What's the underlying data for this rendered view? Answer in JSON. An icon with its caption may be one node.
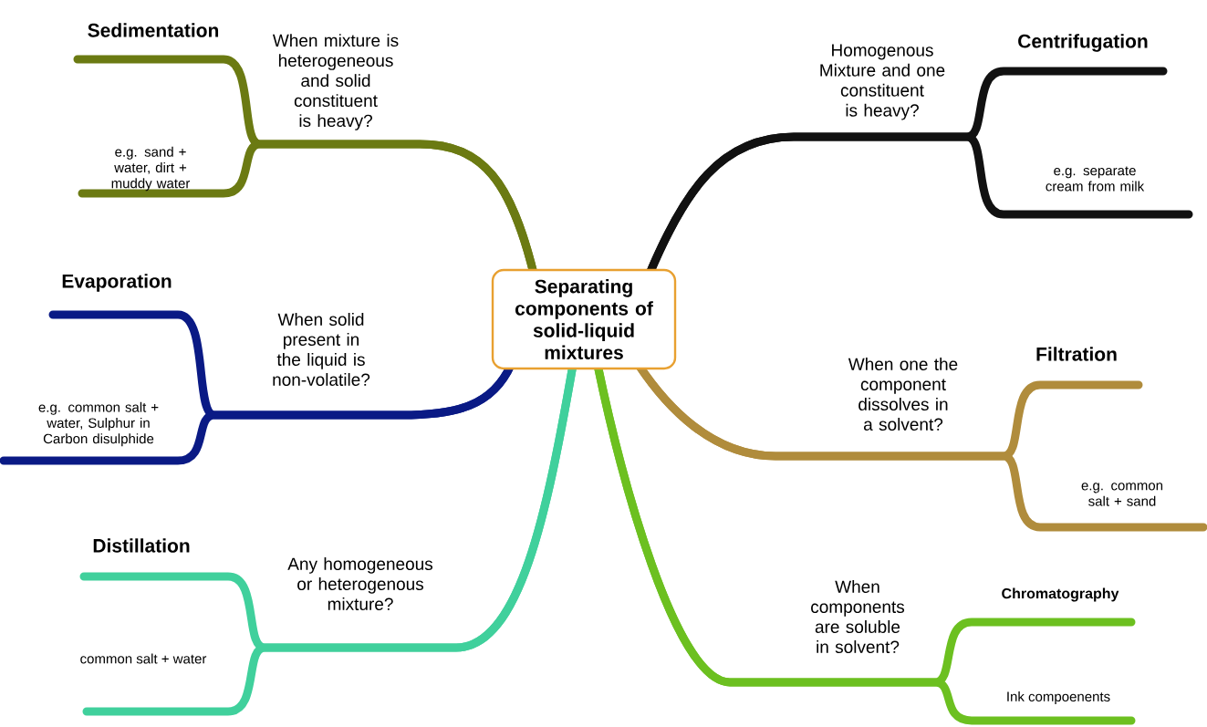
{
  "diagram": {
    "nodes": [
      {
        "text": [
          "Separating components of solid-liquid mixtures"
        ]
      },
      {
        "text": [
          "Sedimentation"
        ]
      },
      {
        "text": [
          "e.g. sand + water, dirt + muddy water"
        ]
      },
      {
        "text": [
          "Centrifugation"
        ]
      },
      {
        "text": [
          "e.g. separate cream from milk"
        ]
      },
      {
        "text": [
          "Evaporation"
        ]
      },
      {
        "text": [
          "e.g. common salt + water, Sulphur in Carbon disulphide"
        ]
      },
      {
        "text": [
          "Filtration"
        ]
      },
      {
        "text": [
          "e.g. common salt + sand"
        ]
      },
      {
        "text": [
          "Distillation"
        ]
      },
      {
        "text": [
          "common salt + water"
        ]
      },
      {
        "text": [
          "Chromatography"
        ]
      },
      {
        "text": [
          "Ink compoenents"
        ]
      }
    ],
    "edges": [
      {
        "from": 0,
        "to": 1,
        "arrow": "none",
        "label": "When mixture is heterogeneous and solid constituent is heavy?",
        "color": "#6b7a12"
      },
      {
        "from": 0,
        "to": 2,
        "arrow": "none",
        "color": "#6b7a12"
      },
      {
        "from": 0,
        "to": 3,
        "arrow": "none",
        "label": "Homogenous Mixture and one constituent is heavy?",
        "color": "#111111"
      },
      {
        "from": 0,
        "to": 4,
        "arrow": "none",
        "color": "#111111"
      },
      {
        "from": 0,
        "to": 5,
        "arrow": "none",
        "label": "When solid present in the liquid is non-volatile?",
        "color": "#0a1a85"
      },
      {
        "from": 0,
        "to": 6,
        "arrow": "none",
        "color": "#0a1a85"
      },
      {
        "from": 0,
        "to": 7,
        "arrow": "none",
        "label": "When one the component dissolves in a solvent?",
        "color": "#b08c3c"
      },
      {
        "from": 0,
        "to": 8,
        "arrow": "none",
        "color": "#b08c3c"
      },
      {
        "from": 0,
        "to": 9,
        "arrow": "none",
        "label": "Any homogeneous or heterogenous mixture?",
        "color": "#40d09c"
      },
      {
        "from": 0,
        "to": 10,
        "arrow": "none",
        "color": "#40d09c"
      },
      {
        "from": 0,
        "to": 11,
        "arrow": "none",
        "label": "When components are soluble in solvent?",
        "color": "#6cc020"
      },
      {
        "from": 0,
        "to": 12,
        "arrow": "none",
        "color": "#6cc020"
      }
    ]
  }
}
